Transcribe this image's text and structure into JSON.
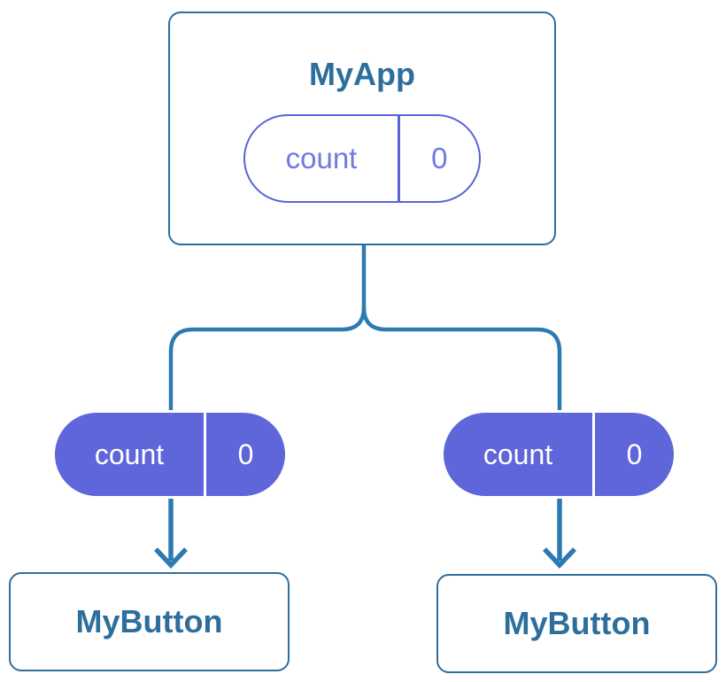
{
  "colors": {
    "background": "#ffffff",
    "card_border_blue": "#2E6E9D",
    "title_text_blue": "#2E6E9D",
    "connector_line_blue": "#2D7AB2",
    "pill_fill_purple": "#5E66DA",
    "pill_outline_purple": "#5A63D8",
    "pill_text_purple": "#7279E2",
    "pill_text_white": "#ffffff"
  },
  "root": {
    "title": "MyApp",
    "prop": {
      "name": "count",
      "value": "0"
    }
  },
  "children": [
    {
      "title": "MyButton",
      "prop": {
        "name": "count",
        "value": "0"
      }
    },
    {
      "title": "MyButton",
      "prop": {
        "name": "count",
        "value": "0"
      }
    }
  ]
}
